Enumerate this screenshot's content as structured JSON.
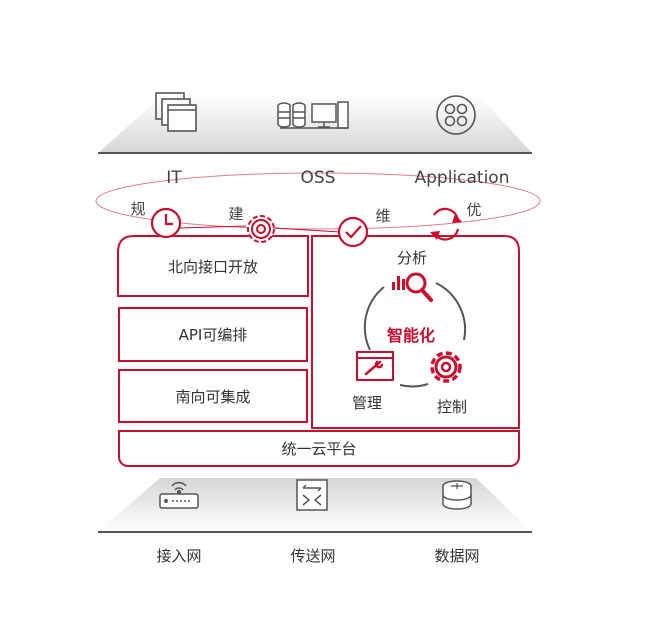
{
  "top_layer": {
    "items": [
      {
        "label": "IT",
        "icon": "windows-icon"
      },
      {
        "label": "OSS",
        "icon": "servers-icon"
      },
      {
        "label": "Application",
        "icon": "apps-icon"
      }
    ]
  },
  "lifecycle": {
    "stages": [
      {
        "label": "规",
        "icon": "clock-icon"
      },
      {
        "label": "建",
        "icon": "gear-icon"
      },
      {
        "label": "维",
        "icon": "check-icon"
      },
      {
        "label": "优",
        "icon": "refresh-icon"
      }
    ]
  },
  "platform": {
    "left_boxes": [
      "北向接口开放",
      "API可编排",
      "南向可集成"
    ],
    "base": "统一云平台"
  },
  "intelligence": {
    "title": "智能化",
    "analyze": "分析",
    "manage": "管理",
    "control": "控制"
  },
  "bottom_layer": {
    "items": [
      {
        "label": "接入网",
        "icon": "router-icon"
      },
      {
        "label": "传送网",
        "icon": "transport-icon"
      },
      {
        "label": "数据网",
        "icon": "database-icon"
      }
    ]
  },
  "colors": {
    "accent": "#c8102e",
    "line": "#555555",
    "shade": "#d8d8d8"
  }
}
